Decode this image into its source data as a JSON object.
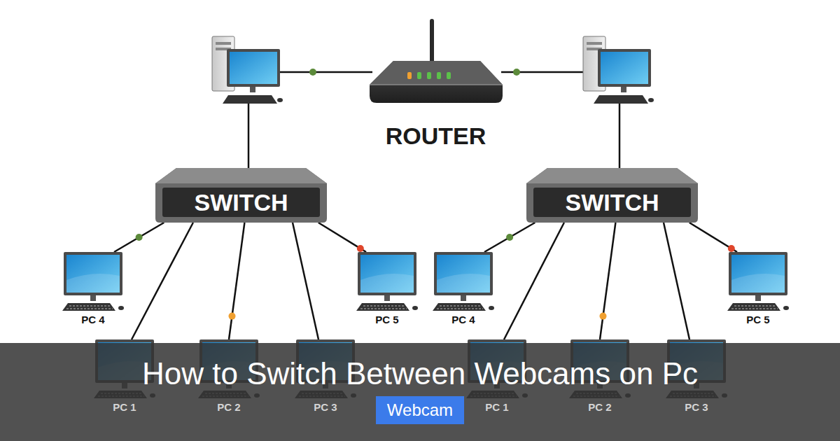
{
  "diagram": {
    "title": "How to Switch Between Webcams on Pc",
    "nodes": [
      {
        "text": [
          "ROUTER"
        ]
      },
      {
        "text": [
          "SWITCH"
        ]
      },
      {
        "text": [
          "SWITCH"
        ]
      },
      {
        "text": [
          "PC 4"
        ]
      },
      {
        "text": [
          "PC 5"
        ]
      },
      {
        "text": [
          "PC 4"
        ]
      },
      {
        "text": [
          "PC 5"
        ]
      },
      {
        "text": [
          "PC 1"
        ]
      },
      {
        "text": [
          "PC 2"
        ]
      },
      {
        "text": [
          "PC 3"
        ]
      },
      {
        "text": [
          "PC 1"
        ]
      },
      {
        "text": [
          "PC 2"
        ]
      },
      {
        "text": [
          "PC 3"
        ]
      }
    ],
    "edges": [
      {
        "from": 1,
        "to": 3,
        "arrow": "none"
      },
      {
        "from": 1,
        "to": 4,
        "arrow": "none"
      },
      {
        "from": 1,
        "to": 7,
        "arrow": "none"
      },
      {
        "from": 1,
        "to": 8,
        "arrow": "none"
      },
      {
        "from": 1,
        "to": 9,
        "arrow": "none"
      },
      {
        "from": 2,
        "to": 5,
        "arrow": "none"
      },
      {
        "from": 2,
        "to": 6,
        "arrow": "none"
      },
      {
        "from": 2,
        "to": 10,
        "arrow": "none"
      },
      {
        "from": 2,
        "to": 11,
        "arrow": "none"
      },
      {
        "from": 2,
        "to": 12,
        "arrow": "none"
      }
    ],
    "labels": [
      "Webcam"
    ]
  }
}
